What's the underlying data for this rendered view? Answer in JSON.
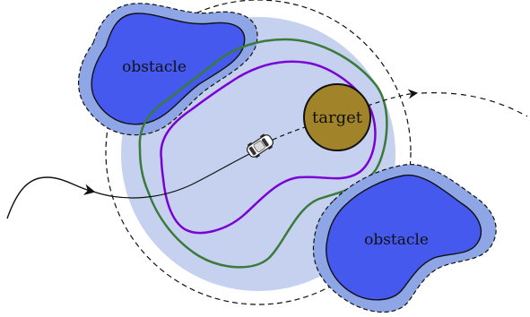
{
  "labels": {
    "obstacle_top_left": "obstacle",
    "obstacle_bottom_right": "obstacle",
    "target": "target"
  },
  "colors": {
    "safe_region_fill": "#c5d1ef",
    "obstacle_fill": "#4559ef",
    "obstacle_margin_fill": "#8ea6e6",
    "target_fill": "#a1832a",
    "green_level_set": "#3a7a3a",
    "purple_level_set": "#7a00d6",
    "trajectory": "#111111"
  },
  "icons": {
    "vehicle": "car-icon"
  }
}
